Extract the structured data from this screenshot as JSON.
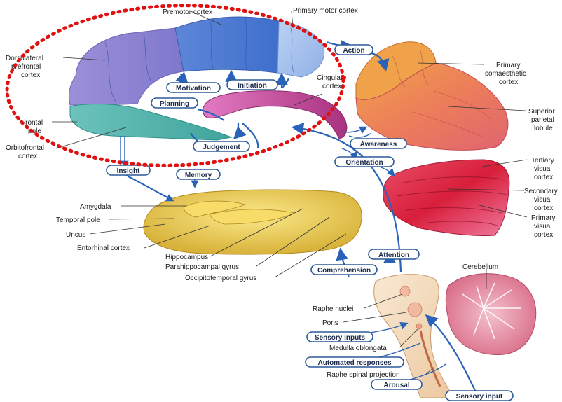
{
  "colors": {
    "arrow": "#2a62b8",
    "highlight": "#e01010",
    "prefrontal": "#8b7fd0",
    "premotor": "#4f7fd6",
    "motor": "#a9c3ee",
    "orbitofrontal": "#5fb8b2",
    "cingulate": "#c8449a",
    "parietal": "#e8765a",
    "visual": "#d82a44",
    "temporal": "#e8c84a",
    "brainstem": "#f3dcc0",
    "cerebellum": "#e48aa0"
  },
  "regions": {
    "premotor": "Premotor cortex",
    "primary_motor": "Primary motor cortex",
    "dlpfc": [
      "Dorsolateral",
      "prefrontal",
      "cortex"
    ],
    "frontal_pole": [
      "Frontal",
      "pole"
    ],
    "orbitofrontal": [
      "Orbitofrontal",
      "cortex"
    ],
    "cingulate": [
      "Cingulate",
      "cortex"
    ],
    "somaesthetic": [
      "Primary",
      "somaesthetic",
      "cortex"
    ],
    "superior_parietal": [
      "Superior",
      "parietal",
      "lobule"
    ],
    "tertiary_visual": [
      "Tertiary",
      "visual",
      "cortex"
    ],
    "secondary_visual": [
      "Secondary",
      "visual",
      "cortex"
    ],
    "primary_visual": [
      "Primary",
      "visual",
      "cortex"
    ],
    "amygdala": "Amygdala",
    "temporal_pole": "Temporal pole",
    "uncus": "Uncus",
    "entorhinal": "Entorhinal cortex",
    "hippocampus": "Hippocampus",
    "parahippocampal": "Parahippocampal gyrus",
    "occipitotemporal": "Occipitotemporal gyrus",
    "cerebellum": "Cerebellum",
    "raphe_nuclei": "Raphe nuclei",
    "pons": "Pons",
    "medulla": "Medulla oblongata",
    "raphe_spinal": "Raphe spinal projection"
  },
  "functions": {
    "action": "Action",
    "motivation": "Motivation",
    "initiation": "Initiation",
    "planning": "Planning",
    "judgement": "Judgement",
    "awareness": "Awareness",
    "orientation": "Orientation",
    "insight": "Insight",
    "memory": "Memory",
    "attention": "Attention",
    "comprehension": "Comprehension",
    "sensory_inputs": "Sensory inputs",
    "automated_responses": "Automated responses",
    "arousal": "Arousal",
    "sensory_input": "Sensory input"
  }
}
